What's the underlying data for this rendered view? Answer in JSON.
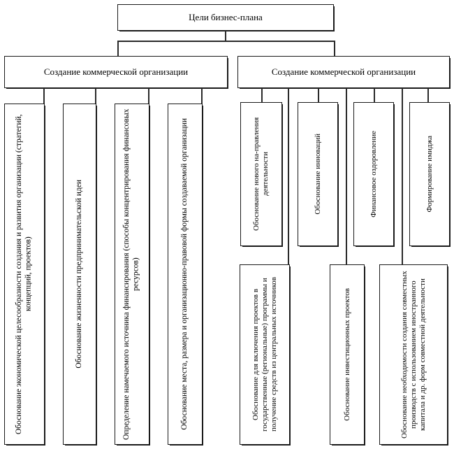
{
  "diagram": {
    "title": "Цели бизнес-плана",
    "root": {
      "id": "root",
      "label": "Цели бизнес-плана"
    },
    "branches": [
      {
        "id": "branch-left",
        "label": "Создание коммерческой организации"
      },
      {
        "id": "branch-right",
        "label": "Создание коммерческой организации"
      }
    ],
    "left_items": [
      {
        "id": "left-1",
        "label": "Обоснование экономической целесообразности создания и развития организации (стратегий, концепций, проектов)"
      },
      {
        "id": "left-2",
        "label": "Обоснование жизненности предпринимательской идеи"
      },
      {
        "id": "left-3",
        "label": "Определение намечаемого источника финансирования (способы концентрирования финансовых ресурсов)"
      },
      {
        "id": "left-4",
        "label": "Обоснование места, размера и организационно-правовой формы создаваемой организации"
      }
    ],
    "right_top_items": [
      {
        "id": "right-top-1",
        "label": "Обоснование нового на-правления деятельности"
      },
      {
        "id": "right-top-2",
        "label": "Обоснование инноваций"
      },
      {
        "id": "right-top-3",
        "label": "Финансовое оздоровление"
      },
      {
        "id": "right-top-4",
        "label": "Формирование имиджа"
      }
    ],
    "right_bottom_items": [
      {
        "id": "right-bottom-1",
        "label": "Обоснование для включения проектов в государственные (региональные) программы и получение средств из центральных источников"
      },
      {
        "id": "right-bottom-2",
        "label": "Обоснование инвестиционных проектов"
      },
      {
        "id": "right-bottom-3",
        "label": "Обоснование необходимости создания совместных производств с использованием иностранного капитала и др. форм совместной деятельности"
      }
    ],
    "colors": {
      "stroke": "#1a1a1a",
      "connector": "#2a2a2a",
      "background": "#ffffff",
      "text": "#000000"
    }
  }
}
